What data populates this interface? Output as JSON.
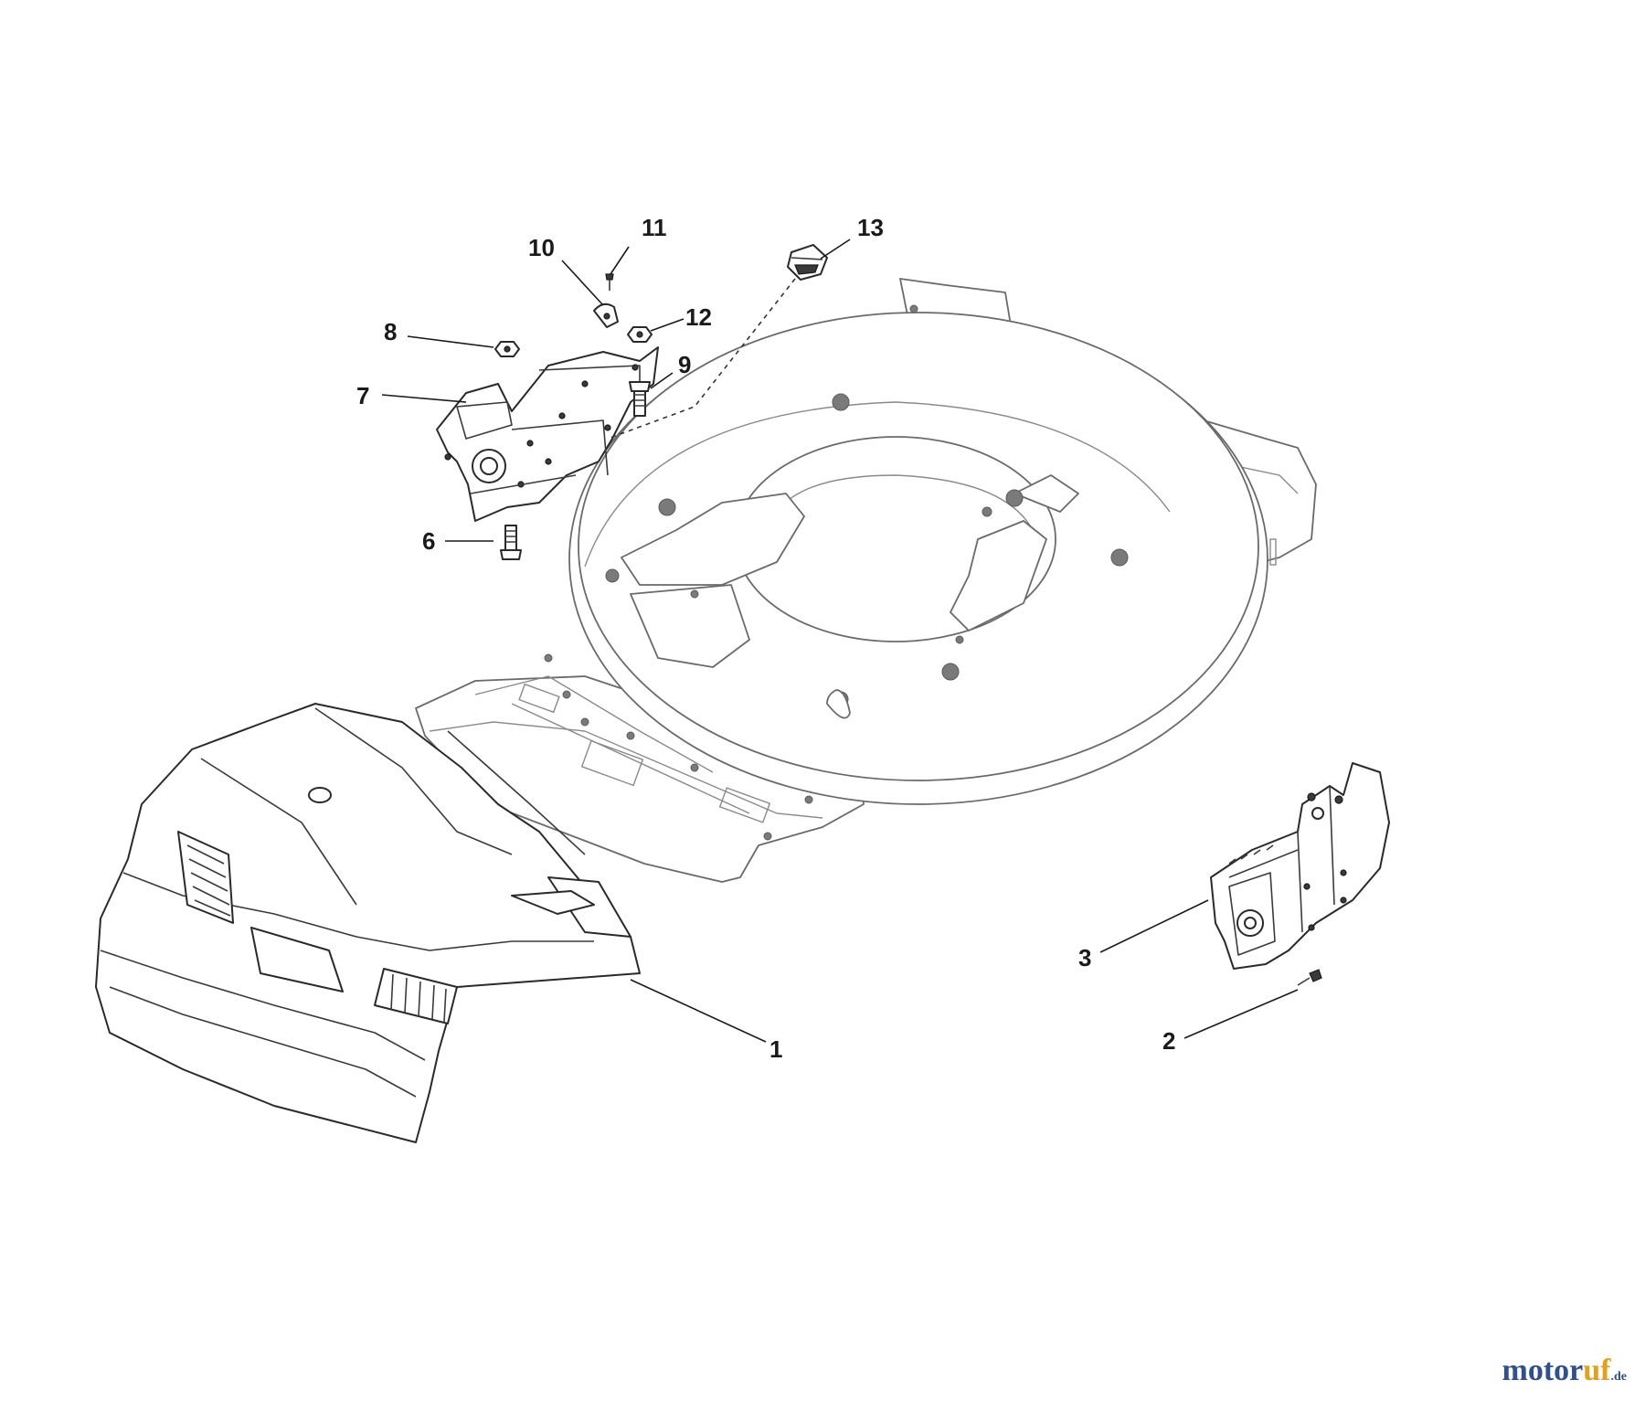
{
  "callouts": {
    "c1": "1",
    "c2": "2",
    "c3": "3",
    "c6": "6",
    "c7": "7",
    "c8": "8",
    "c9": "9",
    "c10": "10",
    "c11": "11",
    "c12": "12",
    "c13": "13"
  },
  "watermark": {
    "part_a": "motor",
    "part_b": "uf",
    "part_c": ".de"
  },
  "colors": {
    "watermark_blue": "#2f4f8f",
    "watermark_orange": "#e0a020"
  }
}
